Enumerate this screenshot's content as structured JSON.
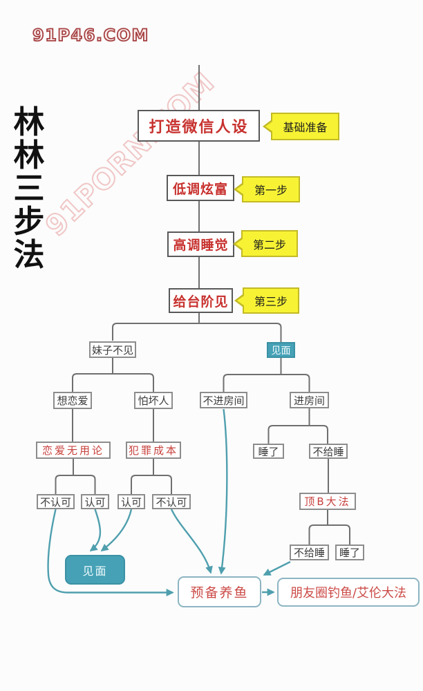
{
  "watermarks": {
    "site_badge": "91P46.COM",
    "diagonal": "91PORN.COM"
  },
  "title": "林林三步法",
  "colors": {
    "red_text": "#c7312e",
    "yellow_fill": "#f7f334",
    "yellow_border": "#c3ba25",
    "teal_fill": "#46a1b6",
    "teal_line": "#4f9fae",
    "gray_line": "#6f6f6f",
    "final_border": "#8cb4c2",
    "watermark_pink": "#f0c8c8"
  },
  "flowchart": {
    "nodes": {
      "persona": {
        "label": "打造微信人设",
        "kind": "step-box"
      },
      "prep": {
        "label": "基础准备",
        "kind": "yellow-callout"
      },
      "flaunt": {
        "label": "低调炫富",
        "kind": "step-box"
      },
      "step1": {
        "label": "第一步",
        "kind": "yellow-callout"
      },
      "sleep_loud": {
        "label": "高调睡觉",
        "kind": "step-box"
      },
      "step2": {
        "label": "第二步",
        "kind": "yellow-callout"
      },
      "give_stairs": {
        "label": "给台阶见",
        "kind": "step-box"
      },
      "step3": {
        "label": "第三步",
        "kind": "yellow-callout"
      },
      "girl_no_meet": {
        "label": "妹子不见",
        "kind": "plain-box"
      },
      "meet_top": {
        "label": "见面",
        "kind": "teal-box"
      },
      "want_love": {
        "label": "想恋爱",
        "kind": "plain-box"
      },
      "fear_bad": {
        "label": "怕坏人",
        "kind": "plain-box"
      },
      "no_enter_room": {
        "label": "不进房间",
        "kind": "plain-box"
      },
      "enter_room": {
        "label": "进房间",
        "kind": "plain-box"
      },
      "love_useless": {
        "label": "恋爱无用论",
        "kind": "red-box"
      },
      "crime_cost": {
        "label": "犯罪成本",
        "kind": "red-box"
      },
      "slept_a": {
        "label": "睡了",
        "kind": "plain-box"
      },
      "no_sleep_a": {
        "label": "不给睡",
        "kind": "plain-box"
      },
      "disagree_a": {
        "label": "不认可",
        "kind": "plain-box"
      },
      "agree_a": {
        "label": "认可",
        "kind": "plain-box"
      },
      "agree_b": {
        "label": "认可",
        "kind": "plain-box"
      },
      "disagree_b": {
        "label": "不认可",
        "kind": "plain-box"
      },
      "ding_b": {
        "label": "顶B大法",
        "kind": "red-box"
      },
      "no_sleep_b": {
        "label": "不给睡",
        "kind": "plain-box"
      },
      "slept_b": {
        "label": "睡了",
        "kind": "plain-box"
      },
      "meet_bottom": {
        "label": "见面",
        "kind": "teal-box"
      },
      "prep_fishing": {
        "label": "预备养鱼",
        "kind": "outcome-box"
      },
      "moments_fishing": {
        "label": "朋友圈钓鱼/艾伦大法",
        "kind": "outcome-box"
      }
    },
    "edges": [
      {
        "from": "persona",
        "to": "flaunt",
        "style": "gray"
      },
      {
        "from": "flaunt",
        "to": "sleep_loud",
        "style": "gray"
      },
      {
        "from": "sleep_loud",
        "to": "give_stairs",
        "style": "gray"
      },
      {
        "from": "give_stairs",
        "to": "girl_no_meet",
        "style": "gray"
      },
      {
        "from": "give_stairs",
        "to": "meet_top",
        "style": "gray"
      },
      {
        "from": "girl_no_meet",
        "to": "want_love",
        "style": "gray"
      },
      {
        "from": "girl_no_meet",
        "to": "fear_bad",
        "style": "gray"
      },
      {
        "from": "want_love",
        "to": "love_useless",
        "style": "gray"
      },
      {
        "from": "fear_bad",
        "to": "crime_cost",
        "style": "gray"
      },
      {
        "from": "love_useless",
        "to": "disagree_a",
        "style": "gray"
      },
      {
        "from": "love_useless",
        "to": "agree_a",
        "style": "gray"
      },
      {
        "from": "crime_cost",
        "to": "agree_b",
        "style": "gray"
      },
      {
        "from": "crime_cost",
        "to": "disagree_b",
        "style": "gray"
      },
      {
        "from": "meet_top",
        "to": "no_enter_room",
        "style": "gray"
      },
      {
        "from": "meet_top",
        "to": "enter_room",
        "style": "gray"
      },
      {
        "from": "enter_room",
        "to": "slept_a",
        "style": "gray"
      },
      {
        "from": "enter_room",
        "to": "no_sleep_a",
        "style": "gray"
      },
      {
        "from": "no_sleep_a",
        "to": "ding_b",
        "style": "gray"
      },
      {
        "from": "ding_b",
        "to": "no_sleep_b",
        "style": "gray"
      },
      {
        "from": "ding_b",
        "to": "slept_b",
        "style": "gray"
      },
      {
        "from": "prep",
        "to": "persona",
        "style": "yellow-callout"
      },
      {
        "from": "step1",
        "to": "flaunt",
        "style": "yellow-callout"
      },
      {
        "from": "step2",
        "to": "sleep_loud",
        "style": "yellow-callout"
      },
      {
        "from": "step3",
        "to": "give_stairs",
        "style": "yellow-callout"
      },
      {
        "from": "agree_a",
        "to": "meet_bottom",
        "style": "teal-arrow"
      },
      {
        "from": "agree_b",
        "to": "meet_bottom",
        "style": "teal-arrow"
      },
      {
        "from": "disagree_a",
        "to": "prep_fishing",
        "style": "teal-arrow"
      },
      {
        "from": "disagree_b",
        "to": "prep_fishing",
        "style": "teal-arrow"
      },
      {
        "from": "no_enter_room",
        "to": "prep_fishing",
        "style": "teal-arrow"
      },
      {
        "from": "no_sleep_b",
        "to": "prep_fishing",
        "style": "teal-arrow"
      },
      {
        "from": "prep_fishing",
        "to": "moments_fishing",
        "style": "teal-arrow"
      }
    ]
  }
}
